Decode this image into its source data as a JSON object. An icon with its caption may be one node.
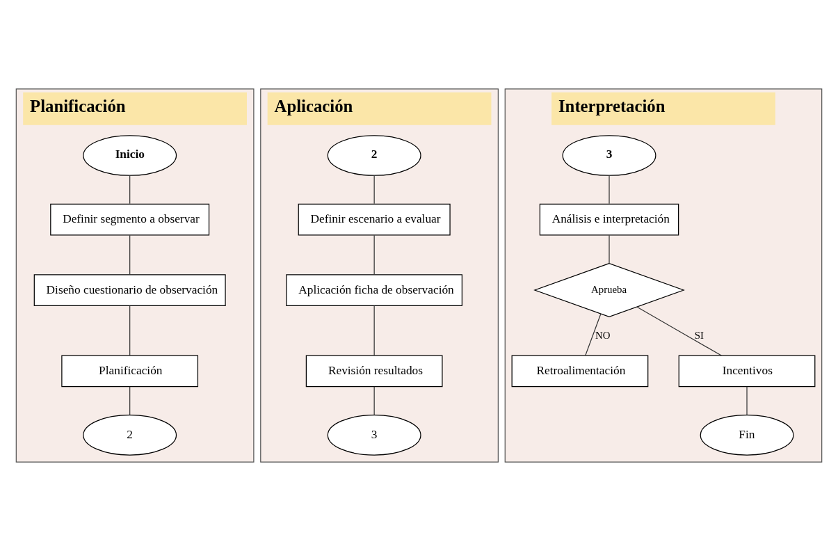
{
  "diagram": {
    "nodes": [
      {
        "text": [
          "Planificación"
        ]
      },
      {
        "text": [
          "Inicio"
        ],
        "in": 0
      },
      {
        "text": [
          "Definir segmento a observar"
        ],
        "in": 0
      },
      {
        "text": [
          "Diseño cuestionario de observación"
        ],
        "in": 0
      },
      {
        "text": [
          "Planificación"
        ],
        "in": 0
      },
      {
        "text": [
          "2"
        ],
        "in": 0
      },
      {
        "text": [
          "Aplicación"
        ]
      },
      {
        "text": [
          "2"
        ],
        "in": 6
      },
      {
        "text": [
          "Definir escenario a evaluar"
        ],
        "in": 6
      },
      {
        "text": [
          "Aplicación ficha de observación"
        ],
        "in": 6
      },
      {
        "text": [
          "Revisión resultados"
        ],
        "in": 6
      },
      {
        "text": [
          "3"
        ],
        "in": 6
      },
      {
        "text": [
          "Interpretación"
        ]
      },
      {
        "text": [
          "3"
        ],
        "in": 12
      },
      {
        "text": [
          "Análisis e interpretación"
        ],
        "in": 12
      },
      {
        "text": [
          "Aprueba"
        ],
        "in": 12
      },
      {
        "text": [
          "Retroalimentación"
        ],
        "in": 12
      },
      {
        "text": [
          "Incentivos"
        ],
        "in": 12
      },
      {
        "text": [
          "Fin"
        ],
        "in": 12
      }
    ],
    "edges": [
      {
        "from": 1,
        "to": 2,
        "arrow": "none"
      },
      {
        "from": 2,
        "to": 3,
        "arrow": "none"
      },
      {
        "from": 3,
        "to": 4,
        "arrow": "none"
      },
      {
        "from": 4,
        "to": 5,
        "arrow": "none"
      },
      {
        "from": 7,
        "to": 8,
        "arrow": "none"
      },
      {
        "from": 8,
        "to": 9,
        "arrow": "none"
      },
      {
        "from": 9,
        "to": 10,
        "arrow": "none"
      },
      {
        "from": 10,
        "to": 11,
        "arrow": "none"
      },
      {
        "from": 13,
        "to": 14,
        "arrow": "none"
      },
      {
        "from": 14,
        "to": 15,
        "arrow": "none"
      },
      {
        "from": 15,
        "to": 16,
        "arrow": "none",
        "label": "NO"
      },
      {
        "from": 15,
        "to": 17,
        "arrow": "none",
        "label": "SI"
      },
      {
        "from": 17,
        "to": 18,
        "arrow": "none"
      }
    ]
  }
}
